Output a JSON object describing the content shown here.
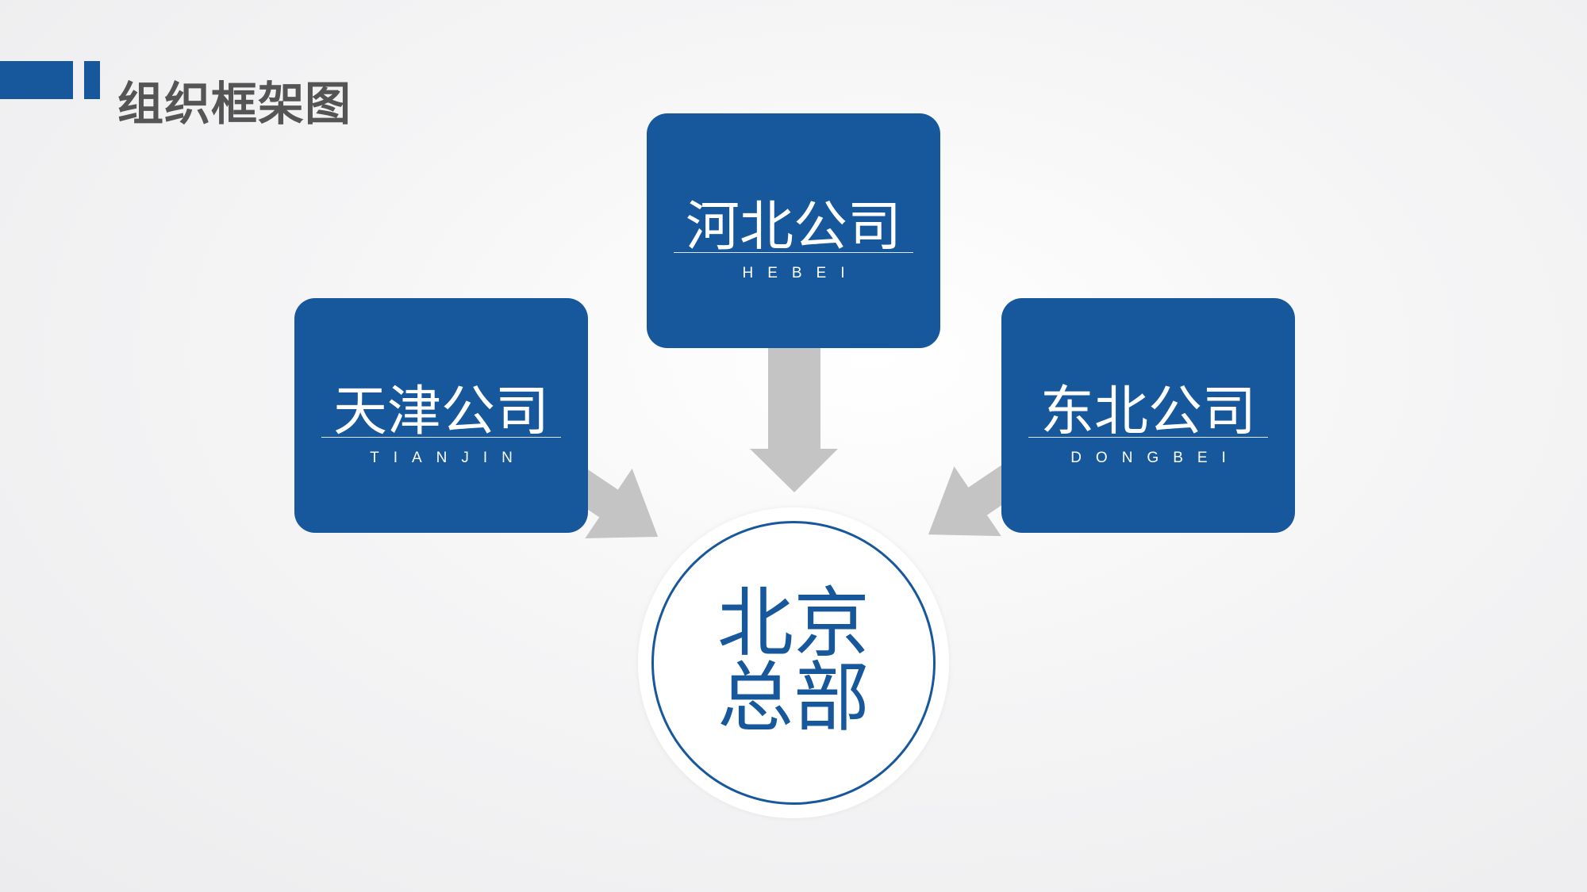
{
  "header": {
    "title": "组织框架图"
  },
  "colors": {
    "primary": "#17589c",
    "arrow": "#c4c4c4",
    "title_text": "#555555",
    "background": "#f2f2f3"
  },
  "nodes": [
    {
      "id": "hebei",
      "name_zh": "河北公司",
      "name_en": "HEBEI"
    },
    {
      "id": "tianjin",
      "name_zh": "天津公司",
      "name_en": "TIANJIN"
    },
    {
      "id": "dongbei",
      "name_zh": "东北公司",
      "name_en": "DONGBEI"
    }
  ],
  "hub": {
    "line1": "北京",
    "line2": "总部"
  },
  "edges": [
    {
      "from": "hebei",
      "to": "hub"
    },
    {
      "from": "tianjin",
      "to": "hub"
    },
    {
      "from": "dongbei",
      "to": "hub"
    }
  ]
}
